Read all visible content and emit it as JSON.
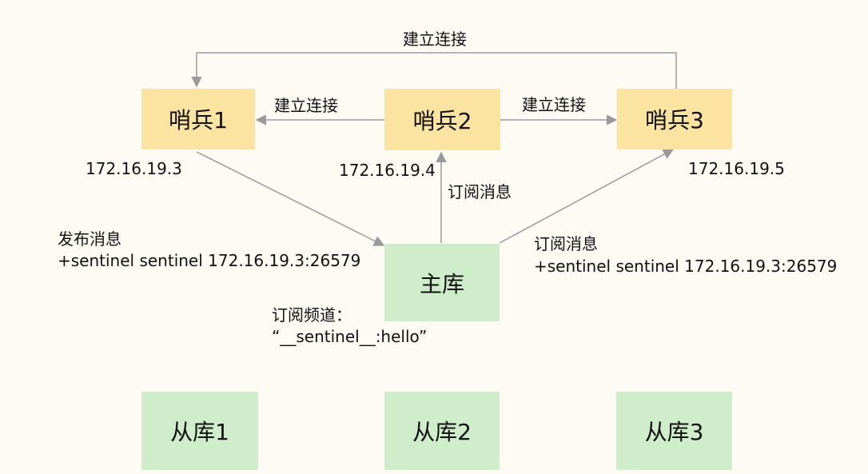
{
  "sentinels": [
    {
      "name": "哨兵1",
      "ip": "172.16.19.3"
    },
    {
      "name": "哨兵2",
      "ip": "172.16.19.4"
    },
    {
      "name": "哨兵3",
      "ip": "172.16.19.5"
    }
  ],
  "master": {
    "name": "主库"
  },
  "replicas": [
    "从库1",
    "从库2",
    "从库3"
  ],
  "edges": {
    "s1_s3": "建立连接",
    "s2_s1": "建立连接",
    "s2_s3": "建立连接",
    "subscribe_center": "订阅消息"
  },
  "publish": {
    "title": "发布消息",
    "message": "+sentinel sentinel 172.16.19.3:26579"
  },
  "subscribe": {
    "title": "订阅消息",
    "message": "+sentinel sentinel 172.16.19.3:26579"
  },
  "channel": {
    "title": "订阅频道：",
    "name": "“__sentinel__:hello”"
  },
  "colors": {
    "sentinel": "#fbe3a2",
    "db": "#cfedcb",
    "arrow": "#9a9a9a",
    "background": "#fdfbf4"
  }
}
